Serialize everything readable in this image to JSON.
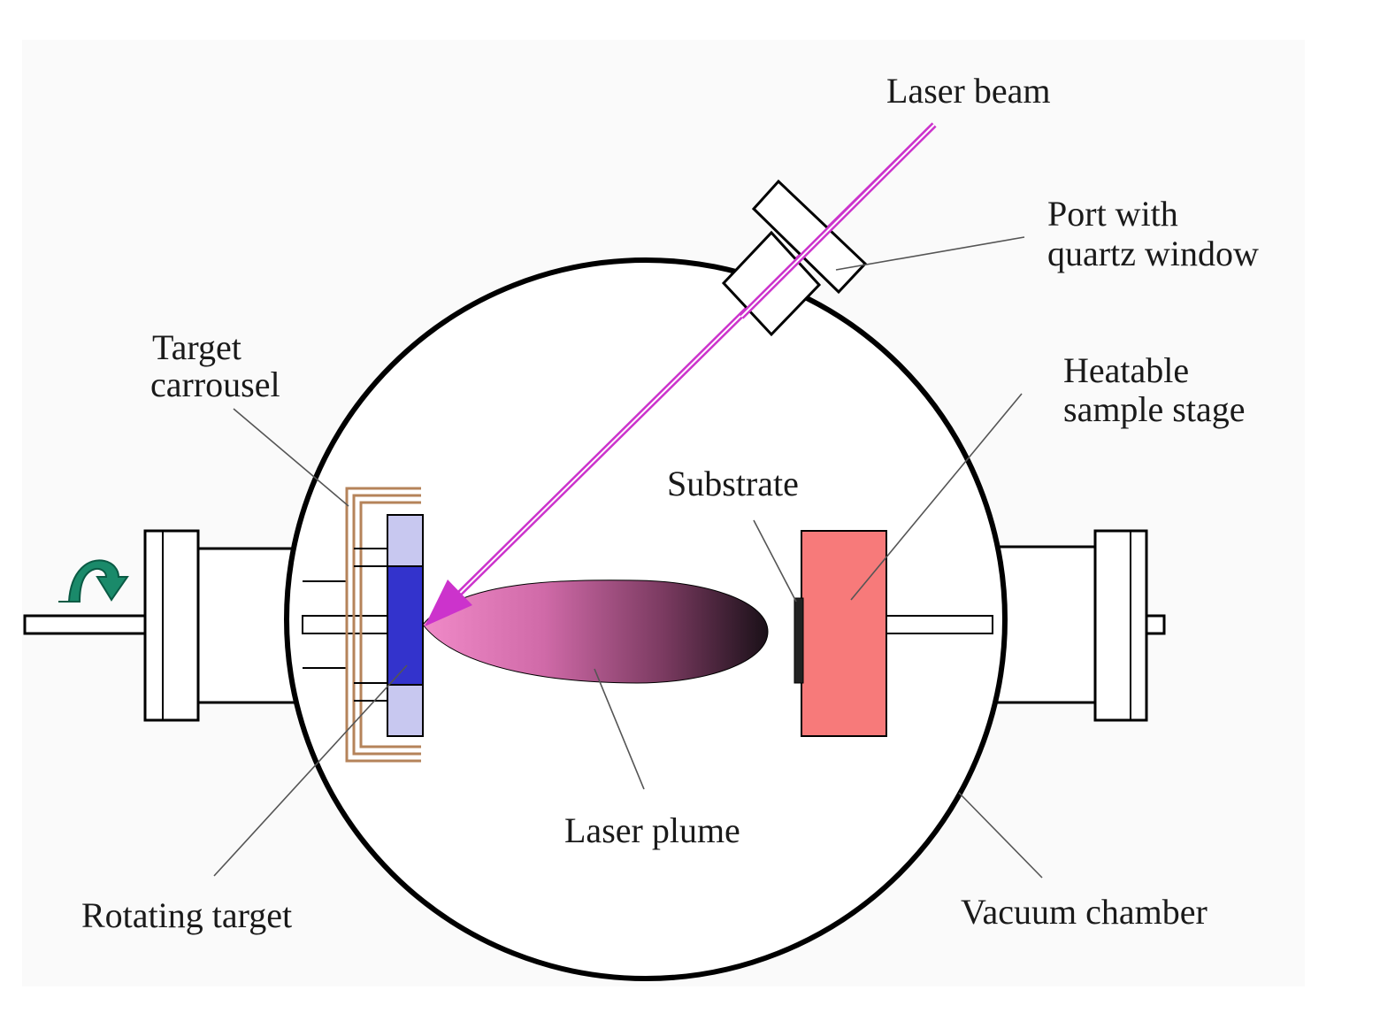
{
  "labels": {
    "laser_beam": "Laser beam",
    "port_line1": "Port with",
    "port_line2": "quartz window",
    "target_line1": "Target",
    "target_line2": "carrousel",
    "heatable_line1": "Heatable",
    "heatable_line2": "sample stage",
    "substrate": "Substrate",
    "laser_plume": "Laser plume",
    "rotating_target": "Rotating target",
    "vacuum_chamber": "Vacuum chamber"
  },
  "colors": {
    "laser": "#cc33cc",
    "laser_core": "#ffffff",
    "sample_stage": "#f77a7a",
    "target_active": "#3333cc",
    "target_inactive": "#c8c8f0",
    "carrousel": "#b5835a",
    "rotation_arrow": "#1a8a6a",
    "plume_start": "#f08ac8",
    "plume_end": "#1a1018",
    "background": "#fafafa"
  },
  "icons": {
    "rotation": "curved-arrow-icon"
  }
}
